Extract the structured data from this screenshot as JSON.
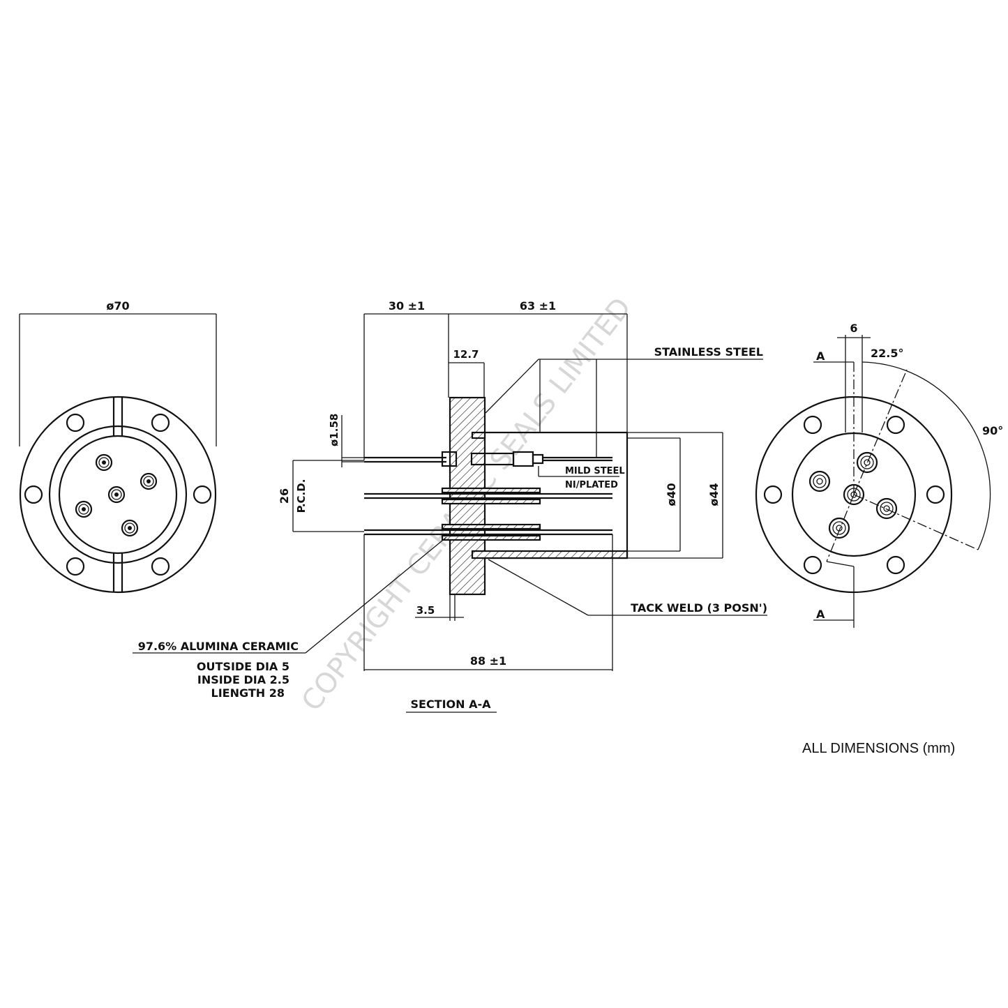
{
  "front_view": {
    "flange_dia": "ø70"
  },
  "section_view": {
    "dim_30": "30 ±1",
    "dim_63": "63 ±1",
    "dim_12_7": "12.7",
    "dim_1_58": "ø1.58",
    "dim_26": "26",
    "pcd": "P.C.D.",
    "dim_40": "ø40",
    "dim_44": "ø44",
    "dim_3_5": "3.5",
    "dim_88": "88 ±1",
    "stainless_steel": "STAINLESS STEEL",
    "mild_steel": "MILD STEEL",
    "ni_plated": "NI/PLATED",
    "tack_weld": "TACK WELD (3 POSN')",
    "ceramic_title": "97.6% ALUMINA CERAMIC",
    "ceramic_od": "OUTSIDE DIA 5",
    "ceramic_id": "INSIDE DIA 2.5",
    "ceramic_len": "LIENGTH  28",
    "section_title": "SECTION A-A"
  },
  "rear_view": {
    "dim_6": "6",
    "angle_22_5": "22.5°",
    "angle_90": "90°",
    "section_mark_top": "A",
    "section_mark_bottom": "A"
  },
  "watermark": "COPYRIGHT CERAMIC SEALS LIMITED",
  "footer": {
    "units": "ALL DIMENSIONS (mm)"
  }
}
